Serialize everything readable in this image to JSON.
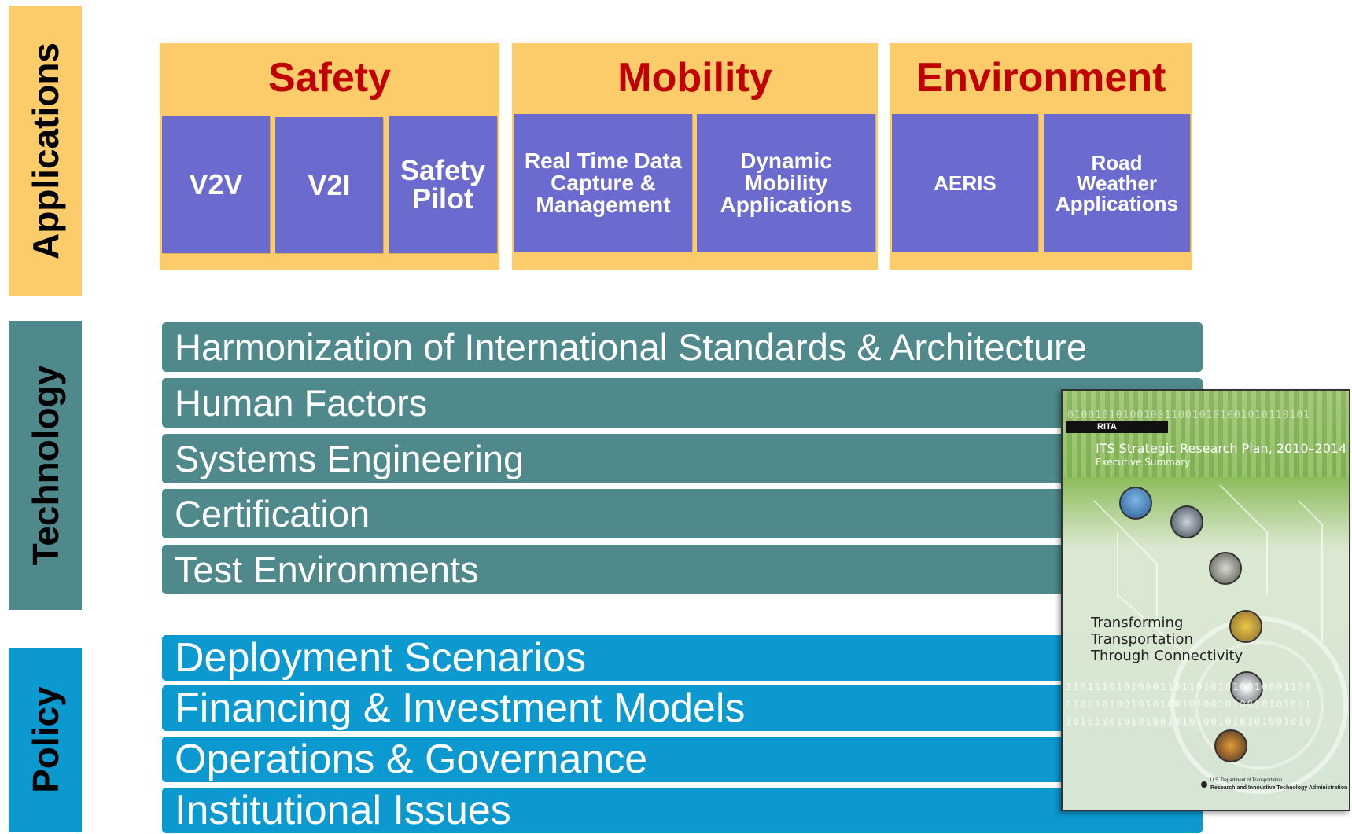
{
  "side_labels": {
    "applications": "Applications",
    "technology": "Technology",
    "policy": "Policy"
  },
  "categories": [
    {
      "title": "Safety",
      "items": [
        "V2V",
        "V2I",
        "Safety\nPilot"
      ]
    },
    {
      "title": "Mobility",
      "items": [
        "Real Time Data\nCapture &\nManagement",
        "Dynamic\nMobility\nApplications"
      ]
    },
    {
      "title": "Environment",
      "items": [
        "AERIS",
        "Road\nWeather\nApplications"
      ]
    }
  ],
  "technology": [
    "Harmonization of International Standards & Architecture",
    "Human Factors",
    "Systems Engineering",
    "Certification",
    "Test Environments"
  ],
  "policy": [
    "Deployment Scenarios",
    "Financing & Investment Models",
    "Operations & Governance",
    "Institutional Issues"
  ],
  "document": {
    "brand": "RITA",
    "title": "ITS Strategic Research Plan, 2010–2014",
    "subtitle": "Executive Summary",
    "tagline": "Transforming\nTransportation\nThrough Connectivity",
    "footer_agency": "U.S. Department of Transportation",
    "footer_admin": "Research and Innovative Technology Administration"
  },
  "colors": {
    "category_band": "#fdcc6a",
    "category_title": "#c00000",
    "application_box": "#6b6bcf",
    "technology_bar": "#4f898c",
    "policy_bar": "#0b99cf"
  }
}
